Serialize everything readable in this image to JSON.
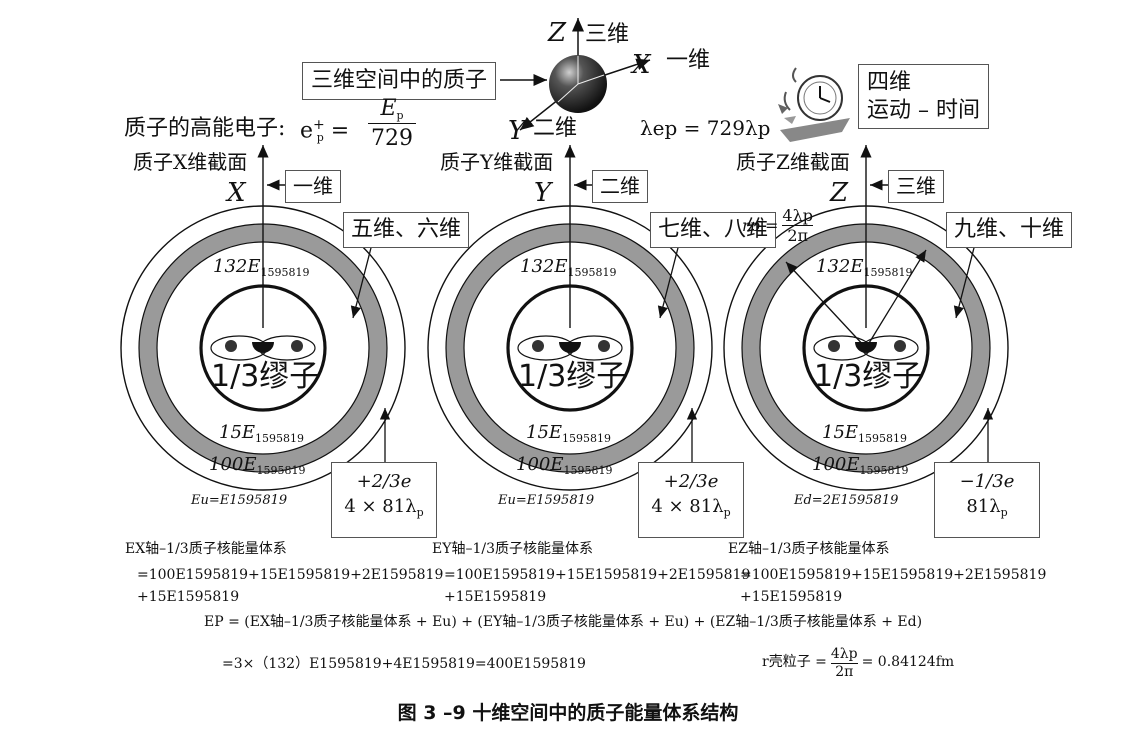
{
  "top": {
    "z_axis": "Z",
    "z_label": "三维",
    "x_axis": "X",
    "x_label": "一维",
    "y_axis": "Y",
    "y_label": "二维",
    "sphere_box": "三维空间中的质子",
    "electron_label": "质子的高能电子:",
    "electron_symbol": "e",
    "electron_sup": "+",
    "electron_sub": "p",
    "electron_num": "E",
    "electron_num_sub": "p",
    "electron_den": "729",
    "lambda_eq": "λep = 729λp",
    "time_box_line1": "四维",
    "time_box_line2": "运动 – 时间"
  },
  "sections": [
    {
      "title": "质子X维截面",
      "axis": "X",
      "axis_box": "一维",
      "ring_box": "五维、六维",
      "e_top": "132E",
      "e_mid": "15E",
      "e_bot": "100E",
      "e_sub": "1595819",
      "core_label": "1/3缪子",
      "charge": "+2/3e",
      "size": "4 × 81λ",
      "size_sub": "p",
      "energy_eq": "Eu=E1595819",
      "sys_title": "EX轴–1/3质子核能量体系",
      "sys_line1": "=100E1595819+15E1595819+2E1595819",
      "sys_line2": "+15E1595819"
    },
    {
      "title": "质子Y维截面",
      "axis": "Y",
      "axis_box": "二维",
      "ring_box": "七维、八维",
      "e_top": "132E",
      "e_mid": "15E",
      "e_bot": "100E",
      "e_sub": "1595819",
      "core_label": "1/3缪子",
      "charge": "+2/3e",
      "size": "4 × 81λ",
      "size_sub": "p",
      "energy_eq": "Eu=E1595819",
      "sys_title": "EY轴–1/3质子核能量体系",
      "sys_line1": "=100E1595819+15E1595819+2E1595819",
      "sys_line2": "+15E1595819"
    },
    {
      "title": "质子Z维截面",
      "axis": "Z",
      "axis_box": "三维",
      "ring_box": "九维、十维",
      "e_top": "132E",
      "e_mid": "15E",
      "e_bot": "100E",
      "e_sub": "1595819",
      "core_label": "1/3缪子",
      "charge": "−1/3e",
      "size": "81λ",
      "size_sub": "p",
      "energy_eq": "Ed=2E1595819",
      "sys_title": "EZ轴–1/3质子核能量体系",
      "sys_line1": "=100E1595819+15E1595819+2E1595819",
      "sys_line2": "+15E1595819",
      "radius_label": "rp =",
      "radius_num": "4λp",
      "radius_den": "2π"
    }
  ],
  "formulas": {
    "ep_line": "EP = (EX轴–1/3质子核能量体系 + Eu) + (EY轴–1/3质子核能量体系 + Eu) + (EZ轴–1/3质子核能量体系 + Ed)",
    "total_line": "=3×（132）E1595819+4E1595819=400E1595819",
    "shell_label": "r壳粒子 =",
    "shell_num": "4λp",
    "shell_den": "2π",
    "shell_value": "= 0.84124fm"
  },
  "caption": "图 3 –9    十维空间中的质子能量体系结构"
}
